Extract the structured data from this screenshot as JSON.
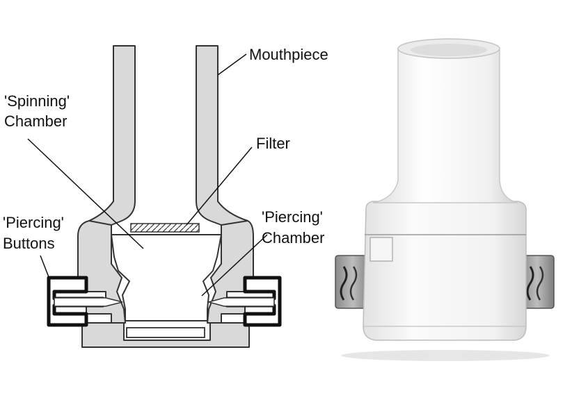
{
  "labels": {
    "mouthpiece": "Mouthpiece",
    "spinning_line1": "'Spinning'",
    "spinning_line2": "Chamber",
    "filter": "Filter",
    "piercing_buttons_line1": "'Piercing'",
    "piercing_buttons_line2": "Buttons",
    "piercing_chamber_line1": "'Piercing'",
    "piercing_chamber_line2": "Chamber"
  },
  "colors": {
    "body_fill": "#d9d9d9",
    "outline": "#333333",
    "button_outline": "#111111",
    "device_white": "#f3f3f3",
    "device_shadow": "#c8c8c8"
  }
}
